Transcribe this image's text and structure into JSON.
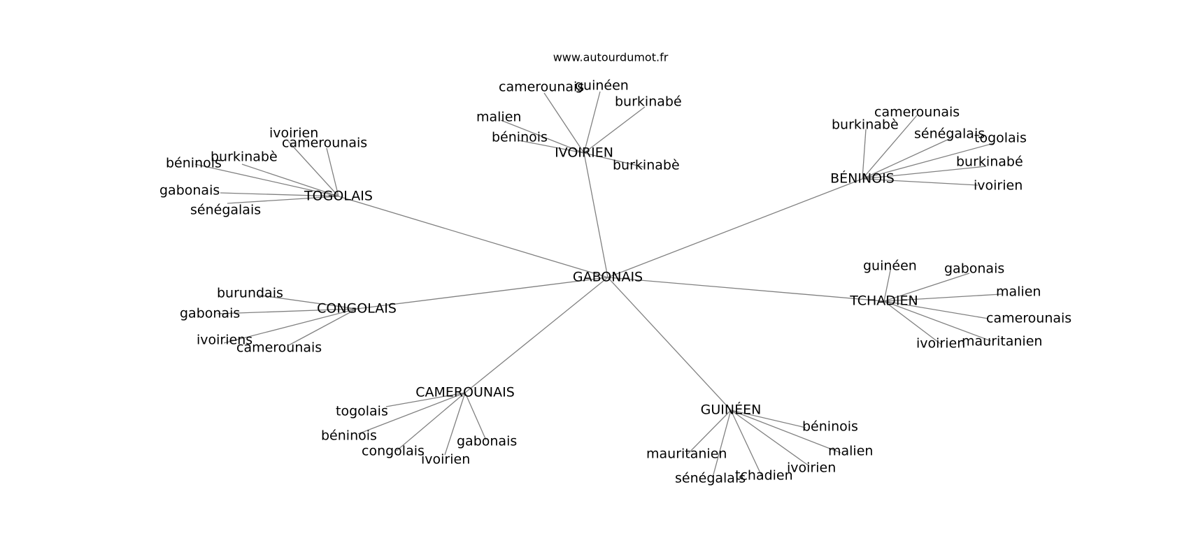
{
  "source": "www.autourdumot.fr",
  "graph": {
    "root": "GABONAIS",
    "hubs": [
      {
        "id": "togolais",
        "label": "TOGOLAIS",
        "leaves": [
          "ivoirien",
          "camerounais",
          "burkinabè",
          "béninois",
          "gabonais",
          "sénégalais"
        ]
      },
      {
        "id": "ivoirien",
        "label": "IVOIRIEN",
        "leaves": [
          "camerounais",
          "guinéen",
          "burkinabé",
          "malien",
          "béninois",
          "burkinabè"
        ]
      },
      {
        "id": "beninois",
        "label": "BÉNINOIS",
        "leaves": [
          "camerounais",
          "burkinabè",
          "sénégalais",
          "togolais",
          "burkinabé",
          "ivoirien"
        ]
      },
      {
        "id": "congolais",
        "label": "CONGOLAIS",
        "leaves": [
          "burundais",
          "gabonais",
          "ivoiriens",
          "camerounais"
        ]
      },
      {
        "id": "tchadien",
        "label": "TCHADIEN",
        "leaves": [
          "guinéen",
          "gabonais",
          "malien",
          "camerounais",
          "mauritanien",
          "ivoirien"
        ]
      },
      {
        "id": "camerounais",
        "label": "CAMEROUNAIS",
        "leaves": [
          "togolais",
          "béninois",
          "congolais",
          "ivoirien",
          "gabonais"
        ]
      },
      {
        "id": "guineen",
        "label": "GUINÉEN",
        "leaves": [
          "béninois",
          "malien",
          "ivoirien",
          "tchadien",
          "sénégalais",
          "mauritanien"
        ]
      }
    ]
  }
}
